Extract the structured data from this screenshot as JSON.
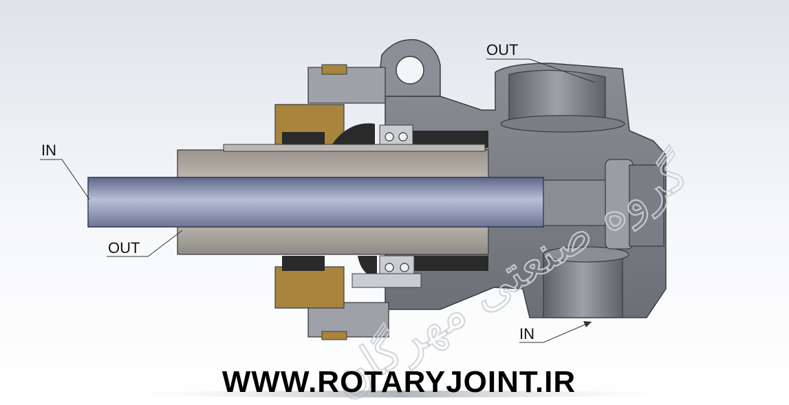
{
  "labels": {
    "in_left": "IN",
    "out_top": "OUT",
    "out_left": "OUT",
    "in_bottom": "IN"
  },
  "watermark": "گروه صنعتی مهرگان",
  "website": "WWW.ROTARYJOINT.IR",
  "colors": {
    "steel_dark": "#6f7379",
    "steel_mid": "#9a9ea4",
    "steel_light": "#c9ccd0",
    "inner_tube": "#8c93b4",
    "brass": "#a8843c",
    "seal": "#2a2a2a",
    "background_top": "#d9dde3"
  }
}
